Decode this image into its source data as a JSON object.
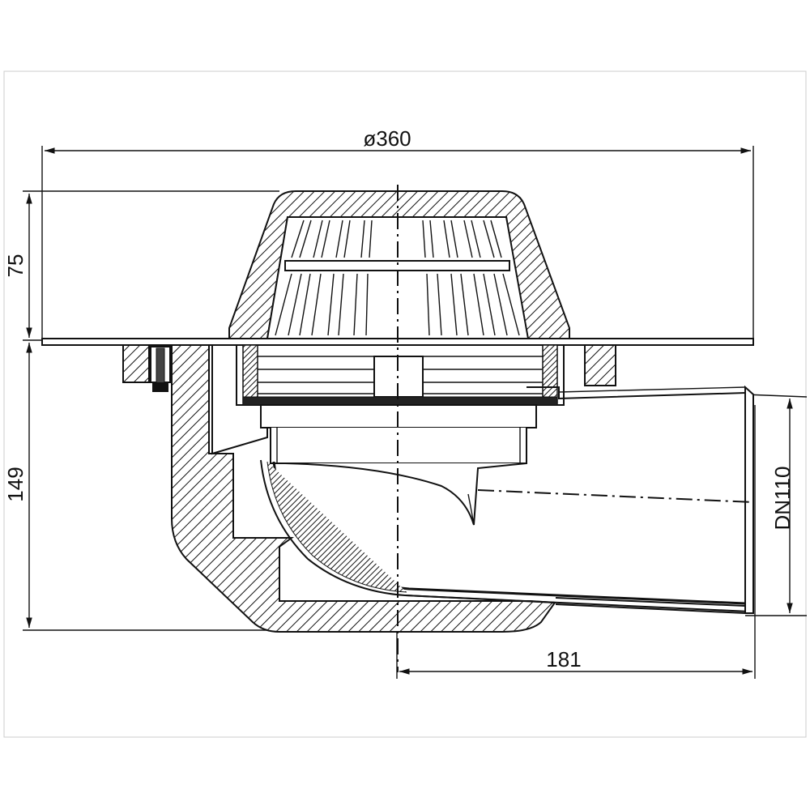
{
  "dimensions": {
    "diameter": "ø360",
    "height_top": "75",
    "height_body": "149",
    "offset": "181",
    "outlet": "DN110"
  }
}
